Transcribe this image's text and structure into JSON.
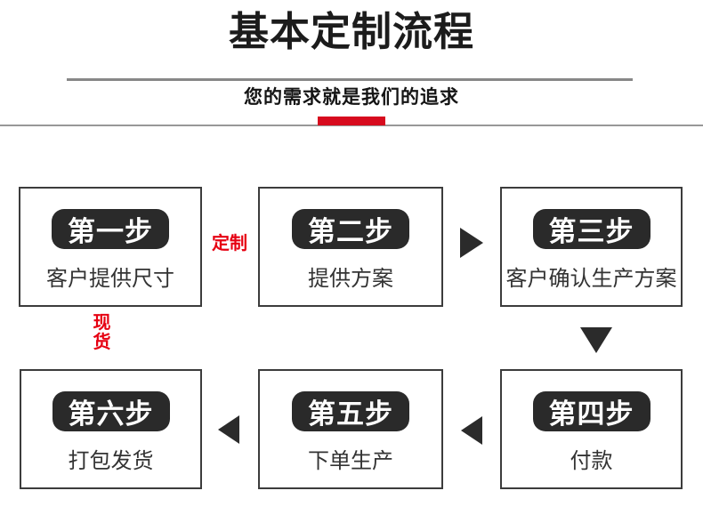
{
  "header": {
    "title": "基本定制流程",
    "subtitle": "您的需求就是我们的追求"
  },
  "flow_labels": {
    "custom": "定制",
    "stock": "现货"
  },
  "steps": [
    {
      "badge": "第一步",
      "desc": "客户提供尺寸"
    },
    {
      "badge": "第二步",
      "desc": "提供方案"
    },
    {
      "badge": "第三步",
      "desc": "客户确认生产方案"
    },
    {
      "badge": "第四步",
      "desc": "付款"
    },
    {
      "badge": "第五步",
      "desc": "下单生产"
    },
    {
      "badge": "第六步",
      "desc": "打包发货"
    }
  ],
  "flow_order_note": "1→2→3 (top row, left to right), 3↓4, 4→5→6 (bottom row, right to left)",
  "colors": {
    "accent_red": "#d70b1e",
    "label_red": "#e60012",
    "badge_bg": "#2a2a2a",
    "arrow": "#2b2b2b",
    "divider_gray": "#878787",
    "divider_light": "#989898"
  }
}
